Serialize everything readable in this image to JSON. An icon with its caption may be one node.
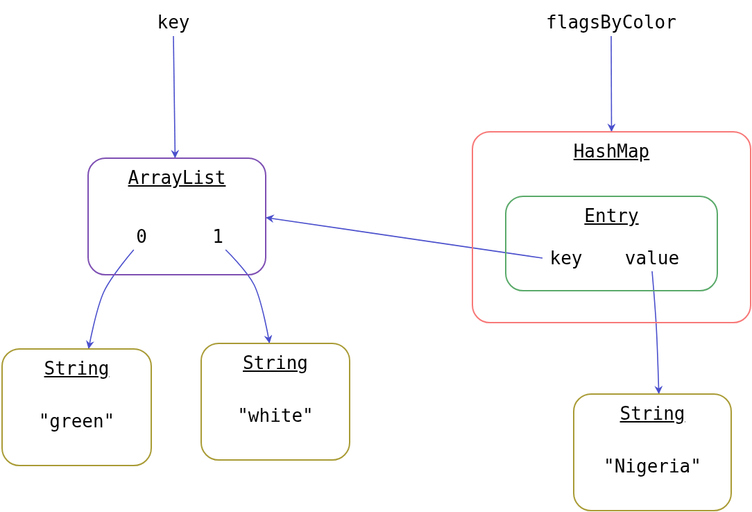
{
  "diagram": {
    "nodes": [
      {
        "text": [
          "key"
        ]
      },
      {
        "text": [
          "flagsByColor"
        ]
      },
      {
        "text": [
          "ArrayList"
        ]
      },
      {
        "text": [
          "0"
        ],
        "in": 2
      },
      {
        "text": [
          "1"
        ],
        "in": 2
      },
      {
        "text": [
          "HashMap"
        ]
      },
      {
        "text": [
          "Entry"
        ],
        "in": 5
      },
      {
        "text": [
          "key"
        ],
        "in": 6
      },
      {
        "text": [
          "value"
        ],
        "in": 6
      },
      {
        "text": [
          "String",
          "\"green\""
        ]
      },
      {
        "text": [
          "String",
          "\"white\""
        ]
      },
      {
        "text": [
          "String",
          "\"Nigeria\""
        ]
      }
    ],
    "edges": [
      {
        "from": 0,
        "to": 2,
        "arrow": "to"
      },
      {
        "from": 1,
        "to": 5,
        "arrow": "to"
      },
      {
        "from": 3,
        "to": 9,
        "arrow": "to"
      },
      {
        "from": 4,
        "to": 10,
        "arrow": "to"
      },
      {
        "from": 7,
        "to": 2,
        "arrow": "to"
      },
      {
        "from": 8,
        "to": 11,
        "arrow": "to"
      }
    ]
  }
}
